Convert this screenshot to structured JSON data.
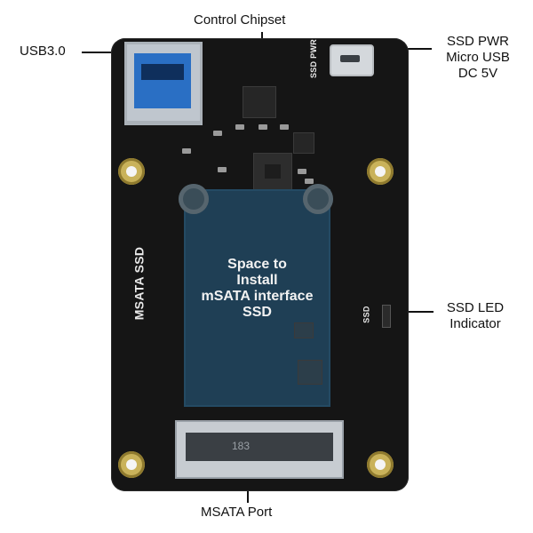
{
  "labels": {
    "usb": "USB3.0",
    "chipset": "Control Chipset",
    "ssd_pwr": [
      "SSD PWR",
      "Micro USB",
      "DC 5V"
    ],
    "ssd_led": [
      "SSD LED",
      "Indicator"
    ],
    "msata_port": "MSATA Port"
  },
  "pcb": {
    "msata_ssd": "MSATA SSD",
    "ssd_pwr": "SSD PWR",
    "ssd": "SSD",
    "install_text": [
      "Space to",
      "Install",
      "mSATA interface",
      "SSD"
    ],
    "msata_code": "183"
  },
  "colors": {
    "board": "#151515",
    "ssd_area": "#1f3f55",
    "mounting_holes": "#c9b25a",
    "usb_blue": "#2a6fc4"
  }
}
